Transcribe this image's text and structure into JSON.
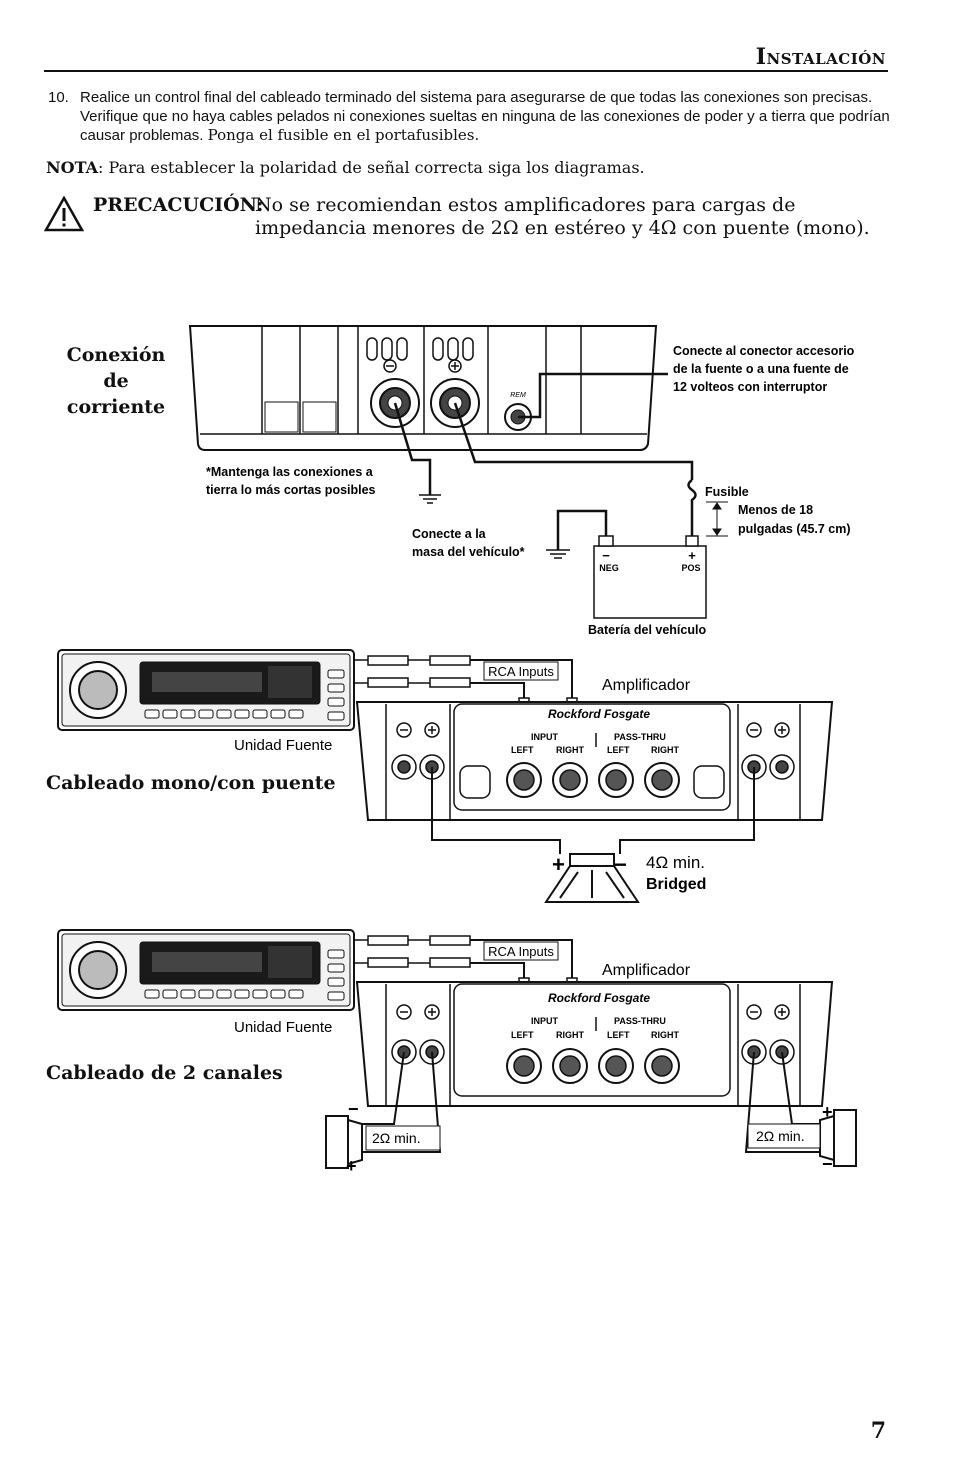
{
  "header": {
    "title": "Instalación"
  },
  "step10": {
    "number": "10.",
    "text_a": "Realice un control final del cableado terminado del sistema para asegurarse de que todas las conexiones son precisas. Verifique que no haya cables pelados ni conexiones sueltas en ninguna de las conexiones de poder y a tierra que podrían causar problemas.",
    "text_b": "Ponga el fusible en el portafusibles."
  },
  "nota": {
    "label": "NOTA",
    "text": ": Para establecer la polaridad de señal correcta siga los diagramas."
  },
  "precaucion": {
    "label": "PRECACUCIÓN:",
    "text": "No se recomiendan estos amplificadores para cargas de impedancia menores de 2Ω en estéreo y 4Ω con puente (mono)."
  },
  "power": {
    "title_line1": "Conexión de",
    "title_line2": "corriente",
    "rem_label": "REM",
    "accessory_line1": "Conecte al conector accesorio",
    "accessory_line2": "de la fuente o a una fuente de",
    "accessory_line3": "12 volteos con interruptor",
    "ground_note_line1": "*Mantenga las conexiones a",
    "ground_note_line2": "tierra lo más cortas posibles",
    "fuse_label": "Fusible",
    "distance_line1": "Menos de 18",
    "distance_line2": "pulgadas (45.7 cm)",
    "chassis_line1": "Conecte a la",
    "chassis_line2": "masa del vehículo*",
    "neg_label": "NEG",
    "pos_label": "POS",
    "battery_label": "Batería del vehículo"
  },
  "mono": {
    "title": "Cableado mono/con puente",
    "rca_label": "RCA Inputs",
    "amp_label": "Amplificador",
    "source_label": "Unidad Fuente",
    "brand": "Rockford Fosgate",
    "input_label": "INPUT",
    "passthru_label": "PASS-THRU",
    "left": "LEFT",
    "right": "RIGHT",
    "load": "4Ω  min.",
    "bridged": "Bridged"
  },
  "stereo": {
    "title": "Cableado de 2 canales",
    "rca_label": "RCA Inputs",
    "amp_label": "Amplificador",
    "source_label": "Unidad Fuente",
    "input_label": "INPUT",
    "passthru_label": "PASS-THRU",
    "left": "LEFT",
    "right": "RIGHT",
    "load_left": "2Ω  min.",
    "load_right": "2Ω  min."
  },
  "page_number": "7"
}
